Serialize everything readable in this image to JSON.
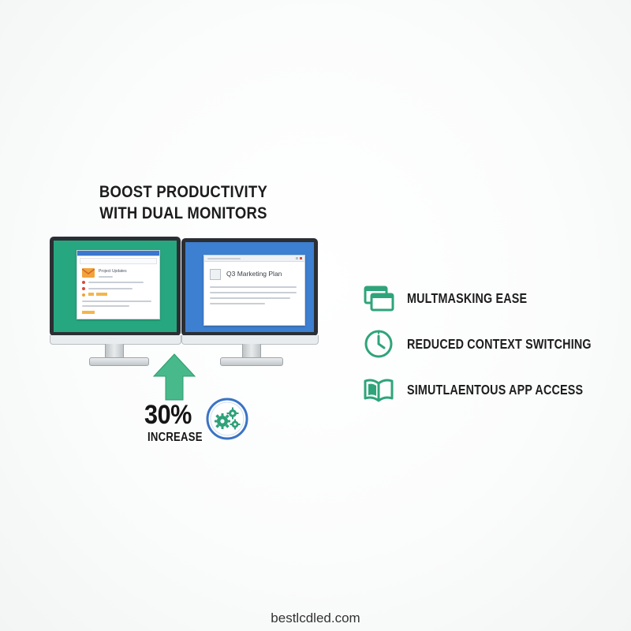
{
  "headline": {
    "line1": "BOOST PRODUCTIVITY",
    "line2": "WITH DUAL MONITORS"
  },
  "left_monitor": {
    "screen_color": "#27a77f",
    "window_title": "Project Updates"
  },
  "right_monitor": {
    "screen_color": "#3d7fd0",
    "window_title": "Q3 Marketing Plan"
  },
  "stat": {
    "value": "30%",
    "label": "INCREASE",
    "arrow_color": "#47b98a",
    "icon": "gears-icon"
  },
  "benefits": [
    {
      "icon": "windows-icon",
      "label": "MULTMASKING EASE"
    },
    {
      "icon": "clock-icon",
      "label": "REDUCED CONTEXT SWITCHING"
    },
    {
      "icon": "book-icon",
      "label": "SIMUTLAENTOUS APP ACCESS"
    }
  ],
  "accent_color": "#2fa47a",
  "footer": "bestlcdled.com"
}
